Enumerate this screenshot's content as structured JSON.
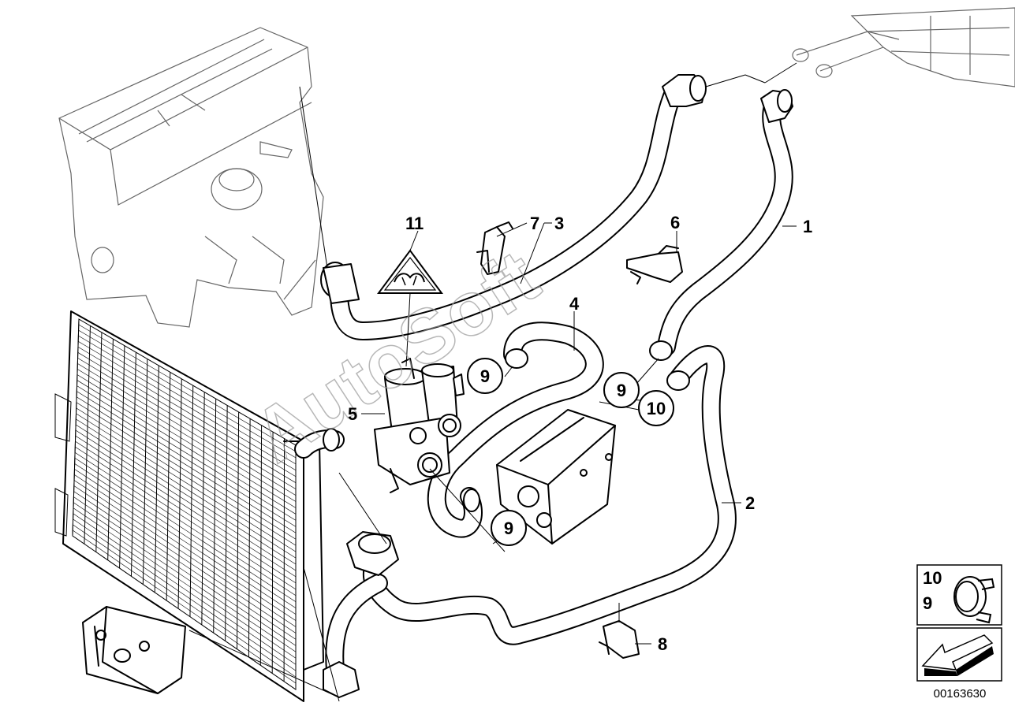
{
  "diagram": {
    "callouts": [
      {
        "id": "1",
        "text": "1"
      },
      {
        "id": "2",
        "text": "2"
      },
      {
        "id": "3",
        "text": "3"
      },
      {
        "id": "4",
        "text": "4"
      },
      {
        "id": "5",
        "text": "5"
      },
      {
        "id": "6",
        "text": "6"
      },
      {
        "id": "7",
        "text": "7"
      },
      {
        "id": "8",
        "text": "8"
      },
      {
        "id": "11",
        "text": "11"
      }
    ],
    "circle_callouts": [
      {
        "id": "9a",
        "text": "9"
      },
      {
        "id": "9b",
        "text": "9"
      },
      {
        "id": "9c",
        "text": "9"
      },
      {
        "id": "10",
        "text": "10"
      }
    ],
    "legend": {
      "top_number": "10",
      "bottom_number": "9"
    },
    "watermark": "AutoSoft",
    "image_number": "00163630"
  }
}
